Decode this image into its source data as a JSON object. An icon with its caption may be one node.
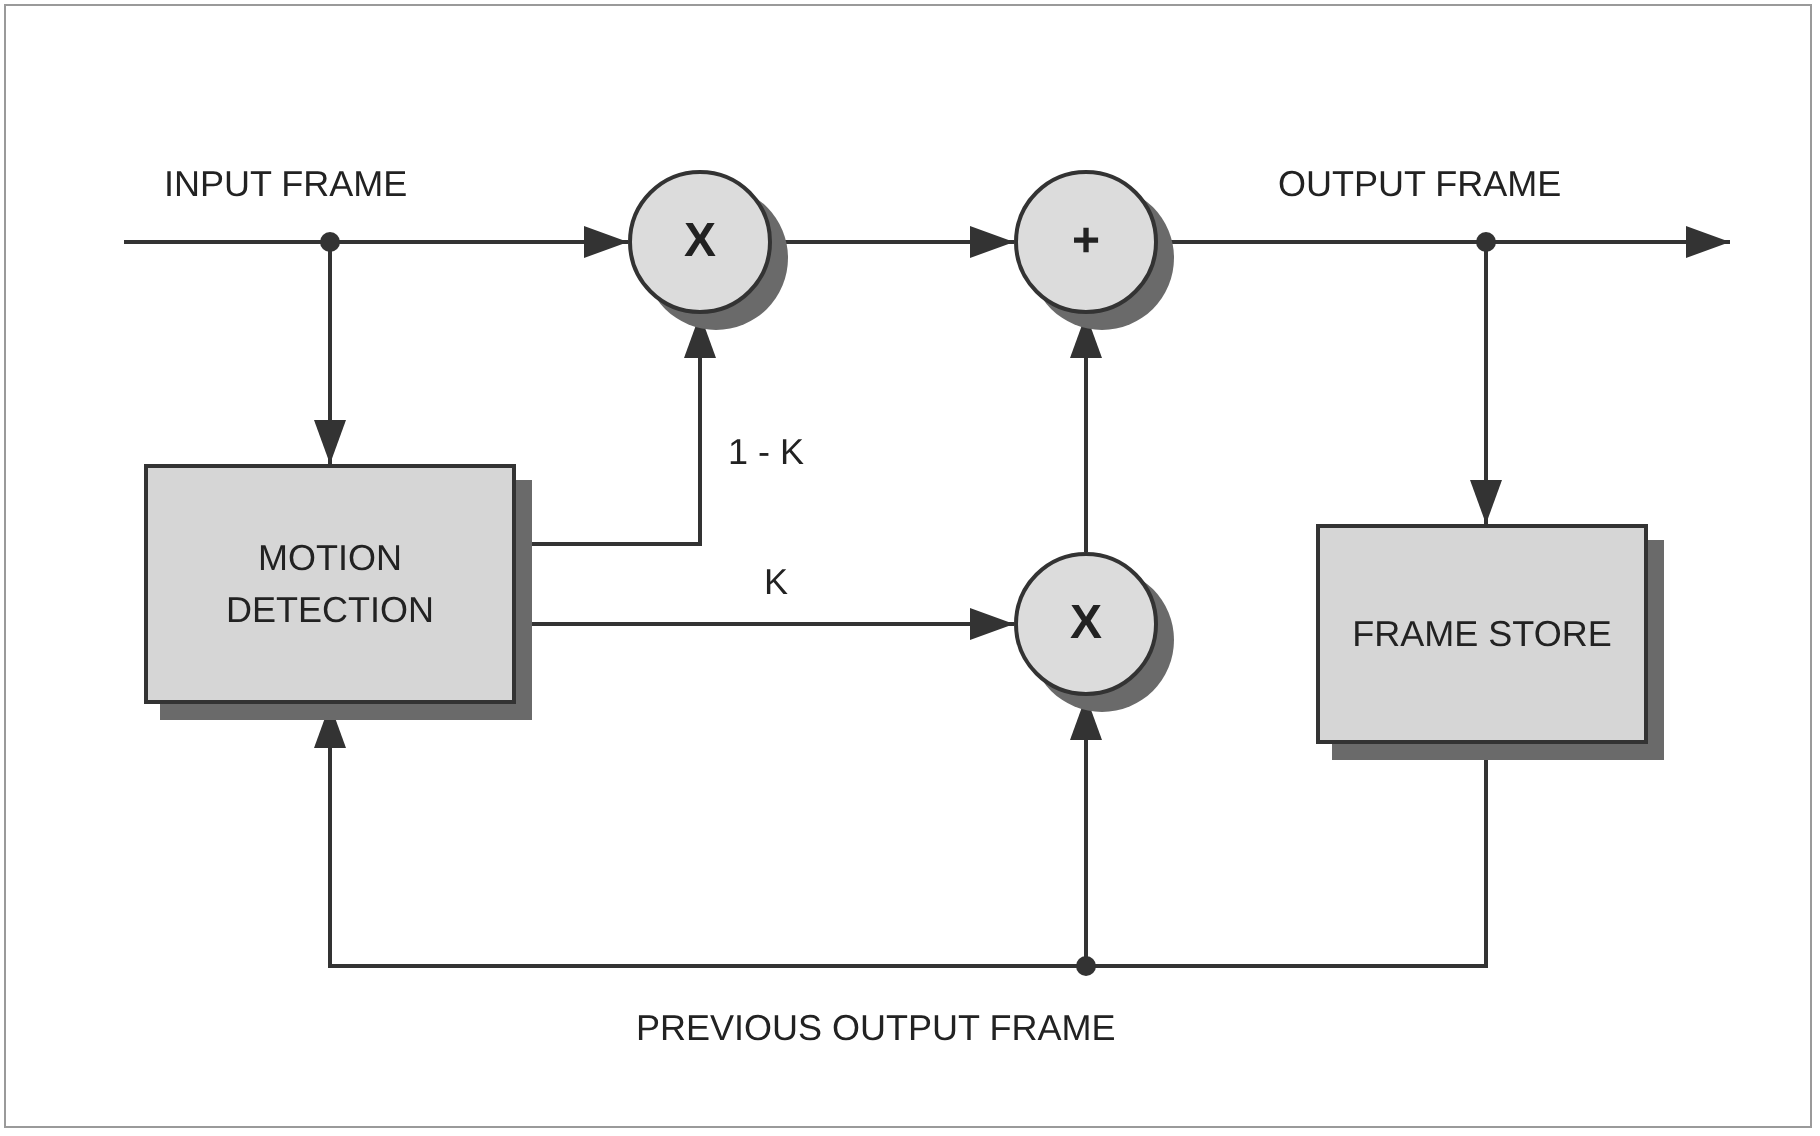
{
  "diagram": {
    "nodes": [
      {
        "text": [
          "X"
        ]
      },
      {
        "text": [
          "+"
        ]
      },
      {
        "text": [
          "MOTION DETECTION"
        ]
      },
      {
        "text": [
          "X"
        ]
      },
      {
        "text": [
          "FRAME STORE"
        ]
      }
    ],
    "edges": [
      {
        "from": null,
        "to": 0,
        "arrow": "to",
        "label": "INPUT FRAME"
      },
      {
        "from": null,
        "to": 2,
        "arrow": "to"
      },
      {
        "from": 2,
        "to": 0,
        "arrow": "to",
        "label": "1 - K"
      },
      {
        "from": 2,
        "to": 3,
        "arrow": "to",
        "label": "K"
      },
      {
        "from": 0,
        "to": 1,
        "arrow": "to"
      },
      {
        "from": 3,
        "to": 1,
        "arrow": "to"
      },
      {
        "from": 1,
        "to": null,
        "arrow": "to",
        "label": "OUTPUT FRAME"
      },
      {
        "from": 1,
        "to": 4,
        "arrow": "to"
      },
      {
        "from": 4,
        "to": 2,
        "arrow": "to",
        "label": "PREVIOUS OUTPUT FRAME"
      },
      {
        "from": 4,
        "to": 3,
        "arrow": "to"
      }
    ]
  }
}
